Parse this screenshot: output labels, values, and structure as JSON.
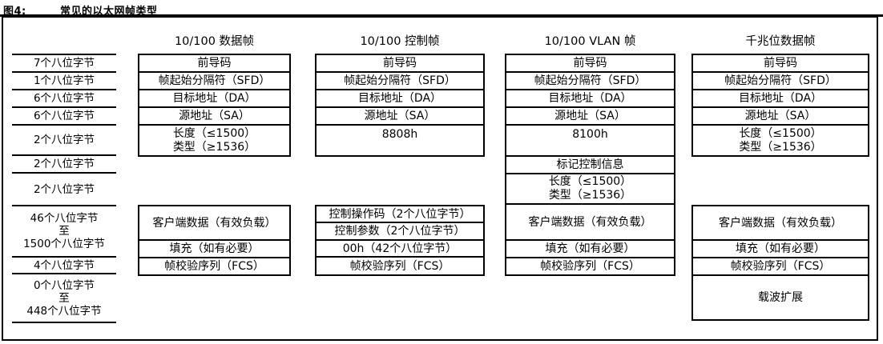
{
  "figure": {
    "label": "图4:",
    "title": "常见的以太网帧类型"
  },
  "octet_labels": [
    {
      "lines": [
        "7个八位字节"
      ]
    },
    {
      "lines": [
        "1个八位字节"
      ]
    },
    {
      "lines": [
        "6个八位字节"
      ]
    },
    {
      "lines": [
        "6个八位字节"
      ]
    },
    {
      "lines": [
        "2个八位字节"
      ]
    },
    {
      "lines": [
        "2个八位字节"
      ]
    },
    {
      "lines": [
        "2个八位字节"
      ]
    },
    {
      "lines": [
        "46个八位字节",
        "至",
        "1500个八位字节"
      ]
    },
    {
      "lines": [
        "4个八位字节"
      ]
    },
    {
      "lines": [
        "0个八位字节",
        "至",
        "448个八位字节"
      ]
    }
  ],
  "columns": [
    {
      "title": "10/100 数据帧",
      "preamble": "前导码",
      "sfd": "帧起始分隔符（SFD）",
      "da": "目标地址（DA）",
      "sa": "源地址（SA）",
      "length_line1": "长度（≤1500）",
      "length_line2": "类型（≥1536）",
      "payload": "客户端数据（有效负载）",
      "padding": "填充（如有必要）",
      "fcs": "帧校验序列（FCS）"
    },
    {
      "title": "10/100 控制帧",
      "preamble": "前导码",
      "sfd": "帧起始分隔符（SFD）",
      "da": "目标地址（DA）",
      "sa": "源地址（SA）",
      "type_value": "8808h",
      "opcode": "控制操作码（2个八位字节）",
      "params": "控制参数（2个八位字节）",
      "fill00": "00h（42个八位字节）",
      "fcs": "帧校验序列（FCS）"
    },
    {
      "title": "10/100 VLAN 帧",
      "preamble": "前导码",
      "sfd": "帧起始分隔符（SFD）",
      "da": "目标地址（DA）",
      "sa": "源地址（SA）",
      "type_value": "8100h",
      "tag_control": "标记控制信息",
      "length_line1": "长度（≤1500）",
      "length_line2": "类型（≥1536）",
      "payload": "客户端数据（有效负载）",
      "padding": "填充（如有必要）",
      "fcs": "帧校验序列（FCS）"
    },
    {
      "title": "千兆位数据帧",
      "preamble": "前导码",
      "sfd": "帧起始分隔符（SFD）",
      "da": "目标地址（DA）",
      "sa": "源地址（SA）",
      "length_line1": "长度（≤1500）",
      "length_line2": "类型（≥1536）",
      "payload": "客户端数据（有效负载）",
      "padding": "填充（如有必要）",
      "fcs": "帧校验序列（FCS）",
      "carrier_ext": "载波扩展"
    }
  ],
  "colors": {
    "ink": "#000000",
    "paper": "#ffffff"
  }
}
